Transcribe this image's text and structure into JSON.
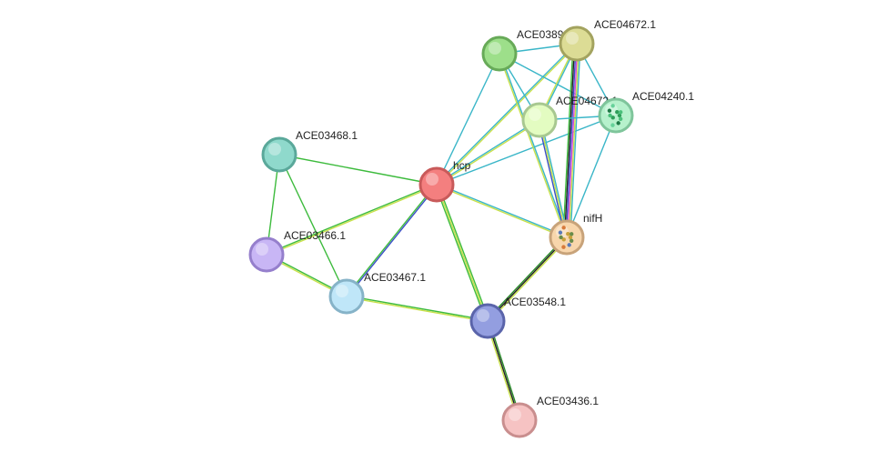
{
  "nodes": [
    {
      "id": "hcp",
      "label": "hcp",
      "fill": "#f47f7f",
      "stroke": "#c85a5a"
    },
    {
      "id": "ACE03468.1",
      "label": "ACE03468.1",
      "fill": "#8fd9cc",
      "stroke": "#5aa89a"
    },
    {
      "id": "ACE03466.1",
      "label": "ACE03466.1",
      "fill": "#c8b6f5",
      "stroke": "#957fcc"
    },
    {
      "id": "ACE03467.1",
      "label": "ACE03467.1",
      "fill": "#bfe6f8",
      "stroke": "#86b3c8"
    },
    {
      "id": "ACE03548.1",
      "label": "ACE03548.1",
      "fill": "#939ee0",
      "stroke": "#5a64aa"
    },
    {
      "id": "ACE03436.1",
      "label": "ACE03436.1",
      "fill": "#f6c3c3",
      "stroke": "#c98e8e"
    },
    {
      "id": "ACE03898.1",
      "label": "ACE03898.1",
      "fill": "#9ddf8a",
      "stroke": "#67aa58"
    },
    {
      "id": "ACE04672.1",
      "label": "ACE04672.1",
      "fill": "#dcdc95",
      "stroke": "#a3a35f"
    },
    {
      "id": "ACE04672.1b",
      "label": "ACE04672.1",
      "fill": "#e3fcc1",
      "stroke": "#a8c890"
    },
    {
      "id": "ACE04240.1",
      "label": "ACE04240.1",
      "fill": "#b6f1cc",
      "stroke": "#7fc59b"
    },
    {
      "id": "nifH",
      "label": "nifH",
      "fill": "#f8d6ac",
      "stroke": "#c8a37a"
    }
  ],
  "edges": [
    {
      "source": "ACE03468.1",
      "target": "hcp",
      "colors": [
        "#3dbb3d"
      ]
    },
    {
      "source": "ACE03468.1",
      "target": "ACE03466.1",
      "colors": [
        "#3dbb3d"
      ]
    },
    {
      "source": "ACE03468.1",
      "target": "ACE03467.1",
      "colors": [
        "#3dbb3d"
      ]
    },
    {
      "source": "ACE03466.1",
      "target": "hcp",
      "colors": [
        "#3dbb3d",
        "#c8e04a"
      ]
    },
    {
      "source": "ACE03466.1",
      "target": "ACE03467.1",
      "colors": [
        "#3dbb3d",
        "#c8e04a"
      ]
    },
    {
      "source": "ACE03467.1",
      "target": "hcp",
      "colors": [
        "#3dbb3d",
        "#3b4fc8"
      ]
    },
    {
      "source": "ACE03467.1",
      "target": "ACE03548.1",
      "colors": [
        "#3dbb3d",
        "#c8e04a"
      ]
    },
    {
      "source": "hcp",
      "target": "ACE03548.1",
      "colors": [
        "#3dbb3d",
        "#c8e04a",
        "#3dbb3d"
      ]
    },
    {
      "source": "ACE03548.1",
      "target": "ACE03436.1",
      "colors": [
        "#2a8a2a",
        "#222222",
        "#c8e04a"
      ]
    },
    {
      "source": "ACE03548.1",
      "target": "nifH",
      "colors": [
        "#2a8a2a",
        "#222222",
        "#c8e04a"
      ]
    },
    {
      "source": "hcp",
      "target": "nifH",
      "colors": [
        "#3ab6c8",
        "#c8e04a"
      ]
    },
    {
      "source": "hcp",
      "target": "ACE03898.1",
      "colors": [
        "#3ab6c8"
      ]
    },
    {
      "source": "hcp",
      "target": "ACE04672.1",
      "colors": [
        "#3ab6c8",
        "#c8e04a"
      ]
    },
    {
      "source": "hcp",
      "target": "ACE04672.1b",
      "colors": [
        "#3ab6c8",
        "#c8e04a"
      ]
    },
    {
      "source": "hcp",
      "target": "ACE04240.1",
      "colors": [
        "#3ab6c8"
      ]
    },
    {
      "source": "ACE03898.1",
      "target": "ACE04672.1",
      "colors": [
        "#3ab6c8"
      ]
    },
    {
      "source": "ACE03898.1",
      "target": "ACE04672.1b",
      "colors": [
        "#3ab6c8"
      ]
    },
    {
      "source": "ACE03898.1",
      "target": "nifH",
      "colors": [
        "#3ab6c8",
        "#c8e04a"
      ]
    },
    {
      "source": "ACE03898.1",
      "target": "ACE04240.1",
      "colors": [
        "#3ab6c8"
      ]
    },
    {
      "source": "ACE04672.1",
      "target": "ACE04672.1b",
      "colors": [
        "#3ab6c8",
        "#c8e04a"
      ]
    },
    {
      "source": "ACE04672.1",
      "target": "ACE04240.1",
      "colors": [
        "#3ab6c8"
      ]
    },
    {
      "source": "ACE04672.1",
      "target": "nifH",
      "colors": [
        "#3ab6c8",
        "#c8e04a",
        "#d94ad9",
        "#3b4fc8",
        "#222222",
        "#3dbb3d"
      ]
    },
    {
      "source": "ACE04672.1b",
      "target": "ACE04240.1",
      "colors": [
        "#3ab6c8"
      ]
    },
    {
      "source": "ACE04672.1b",
      "target": "nifH",
      "colors": [
        "#3ab6c8",
        "#c8e04a",
        "#3b4fc8"
      ]
    },
    {
      "source": "ACE04240.1",
      "target": "nifH",
      "colors": [
        "#3ab6c8"
      ]
    }
  ]
}
